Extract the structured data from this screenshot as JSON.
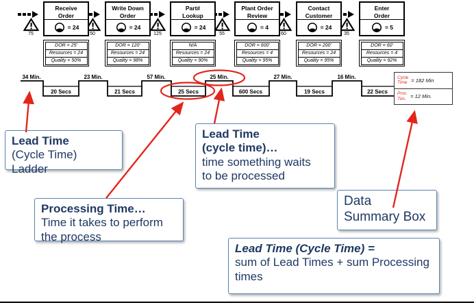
{
  "colors": {
    "annotation_red": "#E3261B",
    "callout_text_navy": "#1F3864",
    "callout_border_blue": "#5B84B1",
    "diagram_black": "#000000"
  },
  "processes": [
    {
      "inventory": "75",
      "title_line1": "Receive",
      "title_line2": "Order",
      "operator_value": "= 24",
      "data_rows": [
        "DOR = 25'",
        "Resources = 24",
        "Quality = 50%"
      ]
    },
    {
      "inventory": "50",
      "title_line1": "Write Down",
      "title_line2": "Order",
      "operator_value": "= 24",
      "data_rows": [
        "DOR = 120'",
        "Resources = 24",
        "Quality = 98%"
      ]
    },
    {
      "inventory": "125",
      "title_line1": "Part#",
      "title_line2": "Lookup",
      "operator_value": "= 24",
      "data_rows": [
        "N/A",
        "Resources = 24",
        "Quality = 90%"
      ]
    },
    {
      "inventory": "55",
      "title_line1": "Plant Order",
      "title_line2": "Review",
      "operator_value": "= 4",
      "data_rows": [
        "DOR = 600'",
        "Resources = 4",
        "Quality = 95%"
      ]
    },
    {
      "inventory": "60",
      "title_line1": "Contact",
      "title_line2": "Customer",
      "operator_value": "= 24",
      "data_rows": [
        "DOR = 200'",
        "Resources = 24",
        "Quality = 95%"
      ]
    },
    {
      "inventory": "35",
      "title_line1": "Enter",
      "title_line2": "Order",
      "operator_value": "= 5",
      "data_rows": [
        "DOR = 60'",
        "Resources = 4",
        "Quality = 92%"
      ]
    }
  ],
  "ladder": {
    "steps": [
      {
        "label": "34 Min.",
        "level": "top"
      },
      {
        "label": "20 Secs",
        "level": "bottom"
      },
      {
        "label": "23 Min.",
        "level": "top"
      },
      {
        "label": "21 Secs",
        "level": "bottom"
      },
      {
        "label": "57 Min.",
        "level": "top"
      },
      {
        "label": "25 Secs",
        "level": "bottom",
        "circled": true
      },
      {
        "label": "25 Min.",
        "level": "top",
        "circled": true
      },
      {
        "label": "600 Secs",
        "level": "bottom"
      },
      {
        "label": "27 Min.",
        "level": "top"
      },
      {
        "label": "19 Secs",
        "level": "bottom"
      },
      {
        "label": "16 Min.",
        "level": "top"
      },
      {
        "label": "22 Secs",
        "level": "bottom"
      }
    ]
  },
  "summary_box": {
    "rows": [
      {
        "label_line1": "Cycle",
        "label_line2": "Time",
        "value": "= 182 Min"
      },
      {
        "label_line1": "Proc.",
        "label_line2": "Tim.",
        "value": "= 12 Min."
      }
    ]
  },
  "callouts": {
    "ladder_label": {
      "line1": "Lead Time",
      "line2": "(Cycle Time) Ladder"
    },
    "lead_time": {
      "line1": "Lead Time",
      "line2": "(cycle time)…",
      "line3": "time something waits",
      "line4": "to be processed"
    },
    "processing_time": {
      "line1": "Processing Time…",
      "line2": "Time it takes to perform",
      "line3": "the process"
    },
    "data_summary": {
      "line1": "Data",
      "line2": "Summary Box"
    },
    "formula": {
      "line1": "Lead Time (Cycle Time) =",
      "line2": "sum of Lead Times + sum Processing",
      "line3": "times"
    }
  }
}
